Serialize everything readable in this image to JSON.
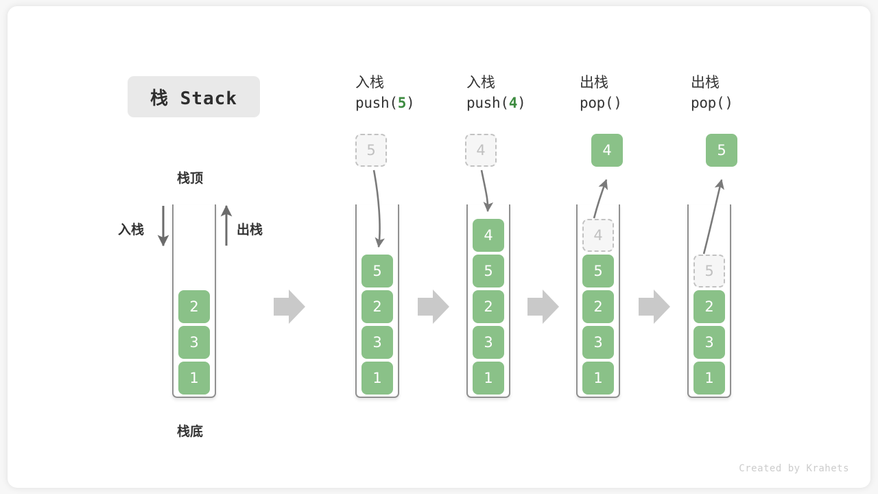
{
  "title": {
    "text": "栈 Stack"
  },
  "labels": {
    "top": "栈顶",
    "bottom": "栈底",
    "push_side": "入栈",
    "pop_side": "出栈"
  },
  "footer": {
    "text": "Created by Krahets"
  },
  "colors": {
    "cell_fill": "#8ac188",
    "cell_text": "#ffffff",
    "ghost_fill": "#f6f6f6",
    "ghost_border": "#c2c2c2",
    "ghost_text": "#c0c0c0",
    "accent_green": "#3d8b40",
    "arrow_gray": "#c8c8c8",
    "line_gray": "#909090",
    "title_bg": "#e9e9e9",
    "card_bg": "#ffffff",
    "page_bg": "#f7f7f7"
  },
  "columns": [
    {
      "id": "initial",
      "header_cjk": "",
      "header_code": "",
      "header_arg": "",
      "floating": null,
      "cells": [
        "2",
        "3",
        "1"
      ],
      "ghost_index": -1
    },
    {
      "id": "push-5",
      "header_cjk": "入栈",
      "header_code_prefix": "push(",
      "header_arg": "5",
      "header_code_suffix": ")",
      "floating": {
        "value": "5",
        "style": "ghost",
        "position": "above"
      },
      "cells": [
        "5",
        "2",
        "3",
        "1"
      ],
      "ghost_index": -1
    },
    {
      "id": "push-4",
      "header_cjk": "入栈",
      "header_code_prefix": "push(",
      "header_arg": "4",
      "header_code_suffix": ")",
      "floating": {
        "value": "4",
        "style": "ghost",
        "position": "above"
      },
      "cells": [
        "4",
        "5",
        "2",
        "3",
        "1"
      ],
      "ghost_index": -1
    },
    {
      "id": "pop-4",
      "header_cjk": "出栈",
      "header_code_prefix": "pop(",
      "header_arg": "",
      "header_code_suffix": ")",
      "floating": {
        "value": "4",
        "style": "filled",
        "position": "above"
      },
      "cells": [
        "4",
        "5",
        "2",
        "3",
        "1"
      ],
      "ghost_index": 0
    },
    {
      "id": "pop-5",
      "header_cjk": "出栈",
      "header_code_prefix": "pop(",
      "header_arg": "",
      "header_code_suffix": ")",
      "floating": {
        "value": "5",
        "style": "filled",
        "position": "above"
      },
      "cells": [
        "",
        "5",
        "2",
        "3",
        "1"
      ],
      "ghost_index": 1
    }
  ],
  "cell_values": {
    "c0": [
      "2",
      "3",
      "1"
    ],
    "c1": [
      "5",
      "2",
      "3",
      "1"
    ],
    "c2": [
      "4",
      "5",
      "2",
      "3",
      "1"
    ],
    "c3": [
      "4",
      "5",
      "2",
      "3",
      "1"
    ],
    "c4": [
      "5",
      "2",
      "3",
      "1"
    ]
  }
}
